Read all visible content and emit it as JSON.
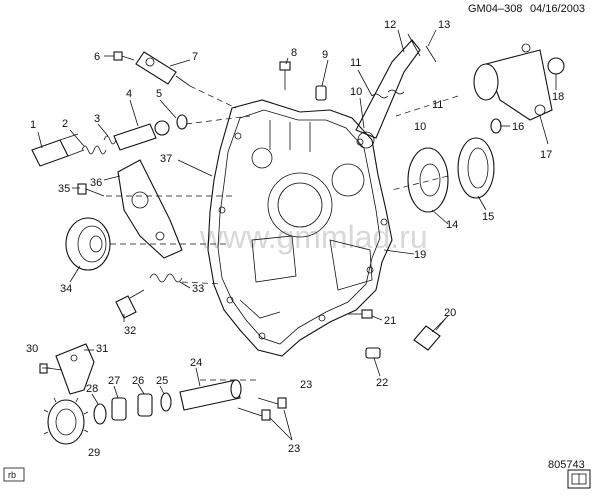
{
  "header": {
    "code": "GM04–308",
    "date": "04/16/2003"
  },
  "watermark": "www.gmmlad.ru",
  "figure_number": "805743",
  "corner_tag": "rb",
  "callouts": [
    "1",
    "2",
    "3",
    "4",
    "5",
    "6",
    "7",
    "8",
    "9",
    "10",
    "10",
    "11",
    "11",
    "12",
    "13",
    "14",
    "15",
    "16",
    "17",
    "18",
    "19",
    "20",
    "21",
    "22",
    "23",
    "23",
    "24",
    "25",
    "26",
    "27",
    "28",
    "29",
    "30",
    "31",
    "32",
    "33",
    "34",
    "35",
    "36",
    "37"
  ]
}
